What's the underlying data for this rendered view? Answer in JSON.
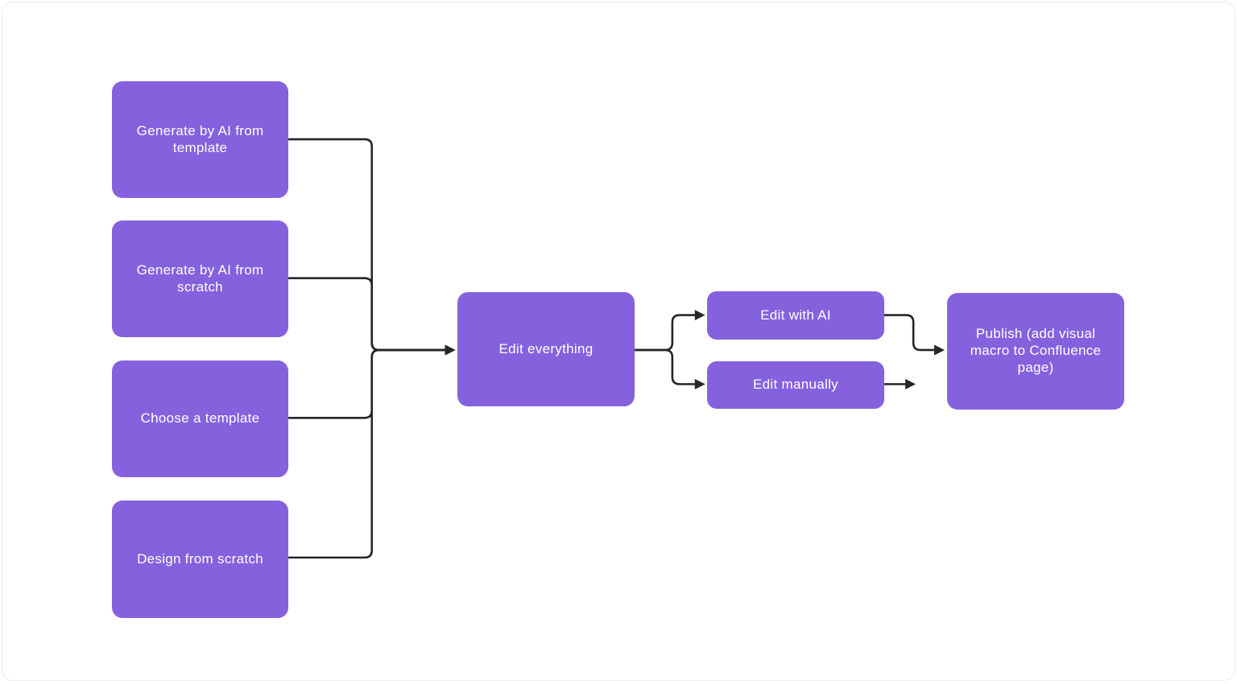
{
  "diagram": {
    "type": "flowchart",
    "nodes": [
      {
        "id": "generate-ai-template",
        "label": "Generate by AI from template"
      },
      {
        "id": "generate-ai-scratch",
        "label": "Generate by AI from scratch"
      },
      {
        "id": "choose-template",
        "label": "Choose a template"
      },
      {
        "id": "design-scratch",
        "label": "Design from scratch"
      },
      {
        "id": "edit-everything",
        "label": "Edit everything"
      },
      {
        "id": "edit-with-ai",
        "label": "Edit with AI"
      },
      {
        "id": "edit-manually",
        "label": "Edit manually"
      },
      {
        "id": "publish",
        "label": "Publish (add visual macro to Confluence page)"
      }
    ],
    "edges": [
      {
        "from": "generate-ai-template",
        "to": "edit-everything"
      },
      {
        "from": "generate-ai-scratch",
        "to": "edit-everything"
      },
      {
        "from": "choose-template",
        "to": "edit-everything"
      },
      {
        "from": "design-scratch",
        "to": "edit-everything"
      },
      {
        "from": "edit-everything",
        "to": "edit-with-ai"
      },
      {
        "from": "edit-everything",
        "to": "edit-manually"
      },
      {
        "from": "edit-with-ai",
        "to": "publish"
      },
      {
        "from": "edit-manually",
        "to": "publish"
      }
    ],
    "colors": {
      "node_fill": "#8561de",
      "node_text": "#ffffff",
      "connector": "#262626",
      "canvas_background": "#ffffff",
      "canvas_border": "#e9ebf0"
    }
  }
}
